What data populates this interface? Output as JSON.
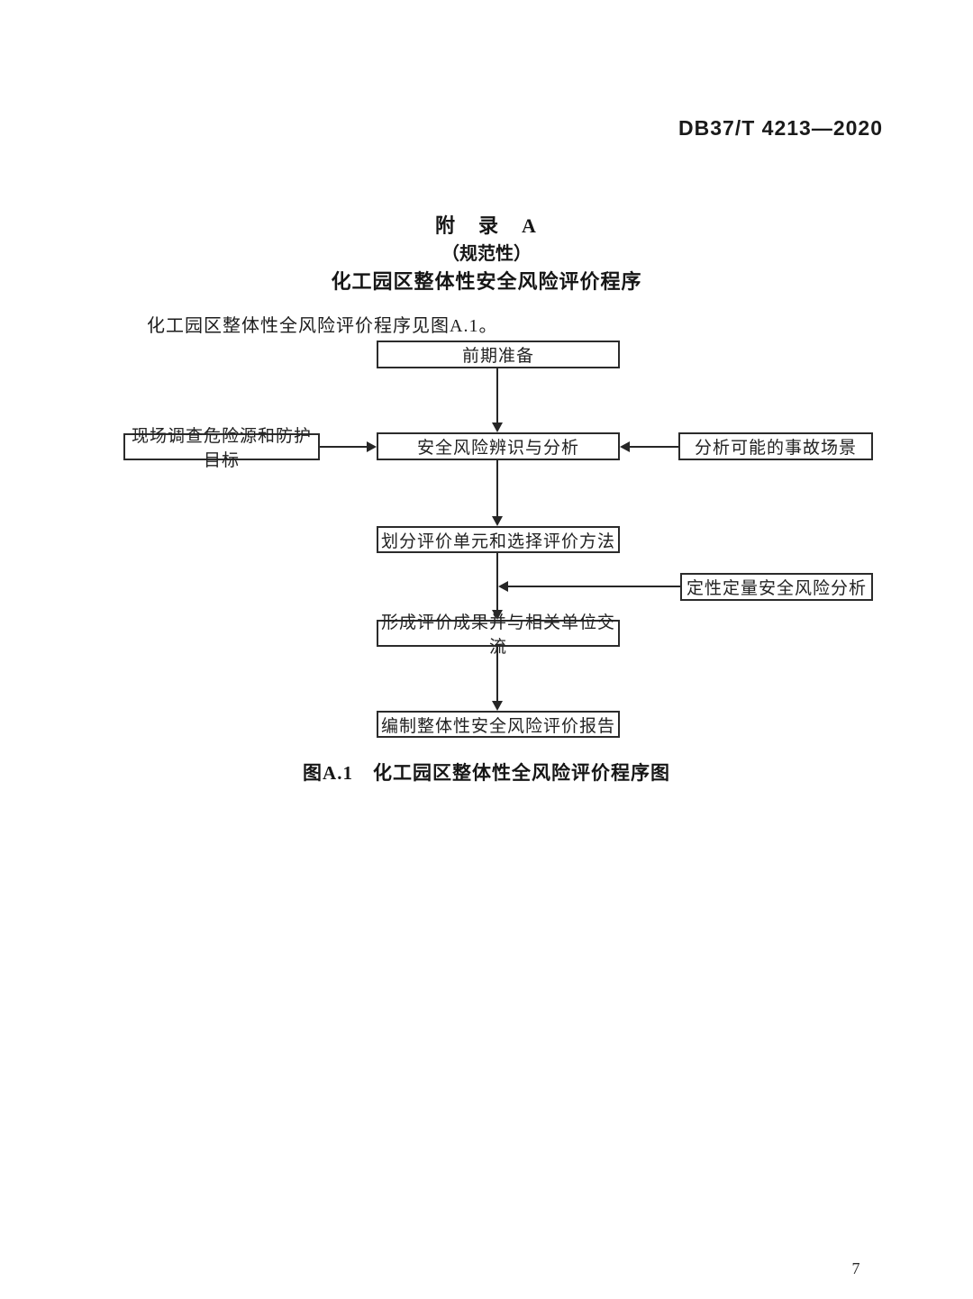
{
  "header": {
    "standard_code": "DB37/T 4213—2020"
  },
  "appendix": {
    "title_line1": "附　录　A",
    "title_line2": "（规范性）",
    "title_line3": "化工园区整体性安全风险评价程序",
    "intro": "化工园区整体性全风险评价程序见图A.1。"
  },
  "flowchart": {
    "steps": [
      "前期准备",
      "安全风险辨识与分析",
      "划分评价单元和选择评价方法",
      "形成评价成果并与相关单位交流",
      "编制整体性安全风险评价报告"
    ],
    "side_inputs": [
      {
        "label": "现场调查危险源和防护目标",
        "side": "left"
      },
      {
        "label": "分析可能的事故场景",
        "side": "right"
      },
      {
        "label": "定性定量安全风险分析",
        "side": "right"
      }
    ],
    "caption": "图A.1　化工园区整体性全风险评价程序图"
  },
  "footer": {
    "page_number": "7"
  }
}
